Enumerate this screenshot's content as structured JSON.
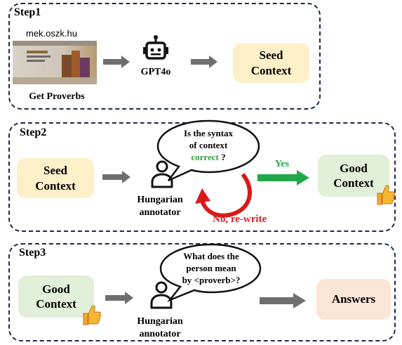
{
  "step1": {
    "label": "Step1",
    "source_site": "mek.oszk.hu",
    "source_caption": "Get Proverbs",
    "model_label": "GPT4o",
    "output_box": "Seed\nContext"
  },
  "step2": {
    "label": "Step2",
    "input_box": "Seed\nContext",
    "bubble_line1": "Is the syntax",
    "bubble_line2": "of context",
    "bubble_word_green": "correct",
    "bubble_end": " ?",
    "annotator": "Hungarian\nannotator",
    "yes_label": "Yes",
    "no_label": "No, re-write",
    "output_box": "Good\nContext"
  },
  "step3": {
    "label": "Step3",
    "input_box": "Good\nContext",
    "bubble_line1": "What does the",
    "bubble_line2": "person mean",
    "bubble_line3": "by <proverb>?",
    "annotator": "Hungarian\nannotator",
    "output_box": "Answers"
  },
  "colors": {
    "seed_bg": "#fdf0c8",
    "good_bg": "#e2efd9",
    "answers_bg": "#fbe5d6",
    "yes_green": "#22a84a",
    "no_red": "#e02020",
    "gray_arrow": "#6e6e6e"
  },
  "icons": [
    "robot-icon",
    "person-icon",
    "thumbs-up-icon"
  ]
}
